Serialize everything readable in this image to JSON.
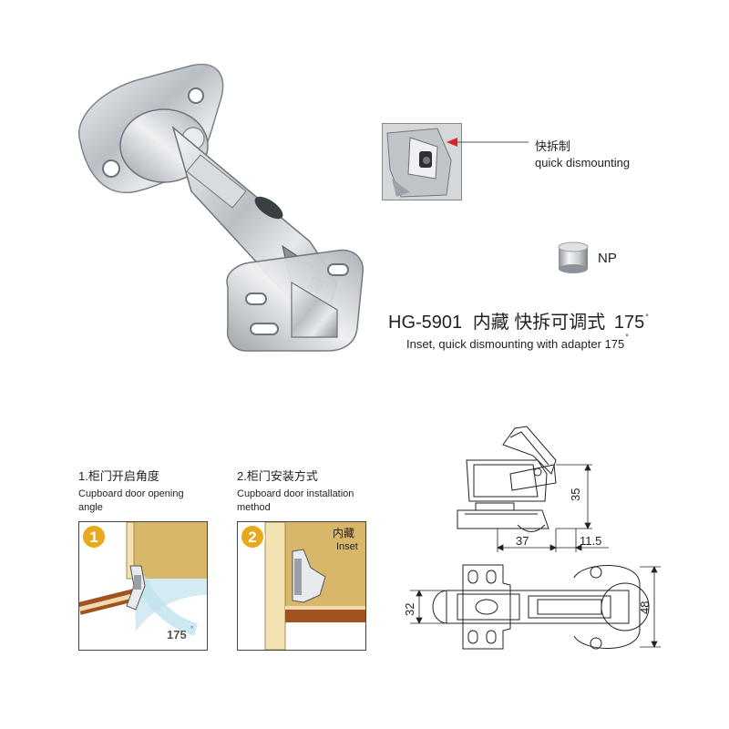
{
  "product": {
    "model": "HG-5901",
    "title_cn": "内藏  快拆可调式",
    "angle": "175",
    "degree": "°",
    "subtitle": "Inset, quick dismounting with adapter 175"
  },
  "callout": {
    "label_cn": "快拆制",
    "label_en": "quick dismounting",
    "arrow_color": "#e0202a"
  },
  "finish": {
    "label": "NP",
    "swatch_icon": "nickel-plated-cylinder-icon"
  },
  "steps": [
    {
      "number": "1",
      "heading_cn": "1.柜门开启角度",
      "heading_en_line1": "Cupboard door opening",
      "heading_en_line2": "angle",
      "angle_label": "175",
      "badge_color": "#e8a91c"
    },
    {
      "number": "2",
      "heading_cn": "2.柜门安装方式",
      "heading_en_line1": "Cupboard door installation",
      "heading_en_line2": "method",
      "tag_cn": "内藏",
      "tag_en": "Inset",
      "badge_color": "#e8a91c"
    }
  ],
  "dimensions": {
    "side_height": "35",
    "side_width": "37",
    "side_offset": "11.5",
    "top_height_left": "32",
    "top_height_right": "48"
  }
}
